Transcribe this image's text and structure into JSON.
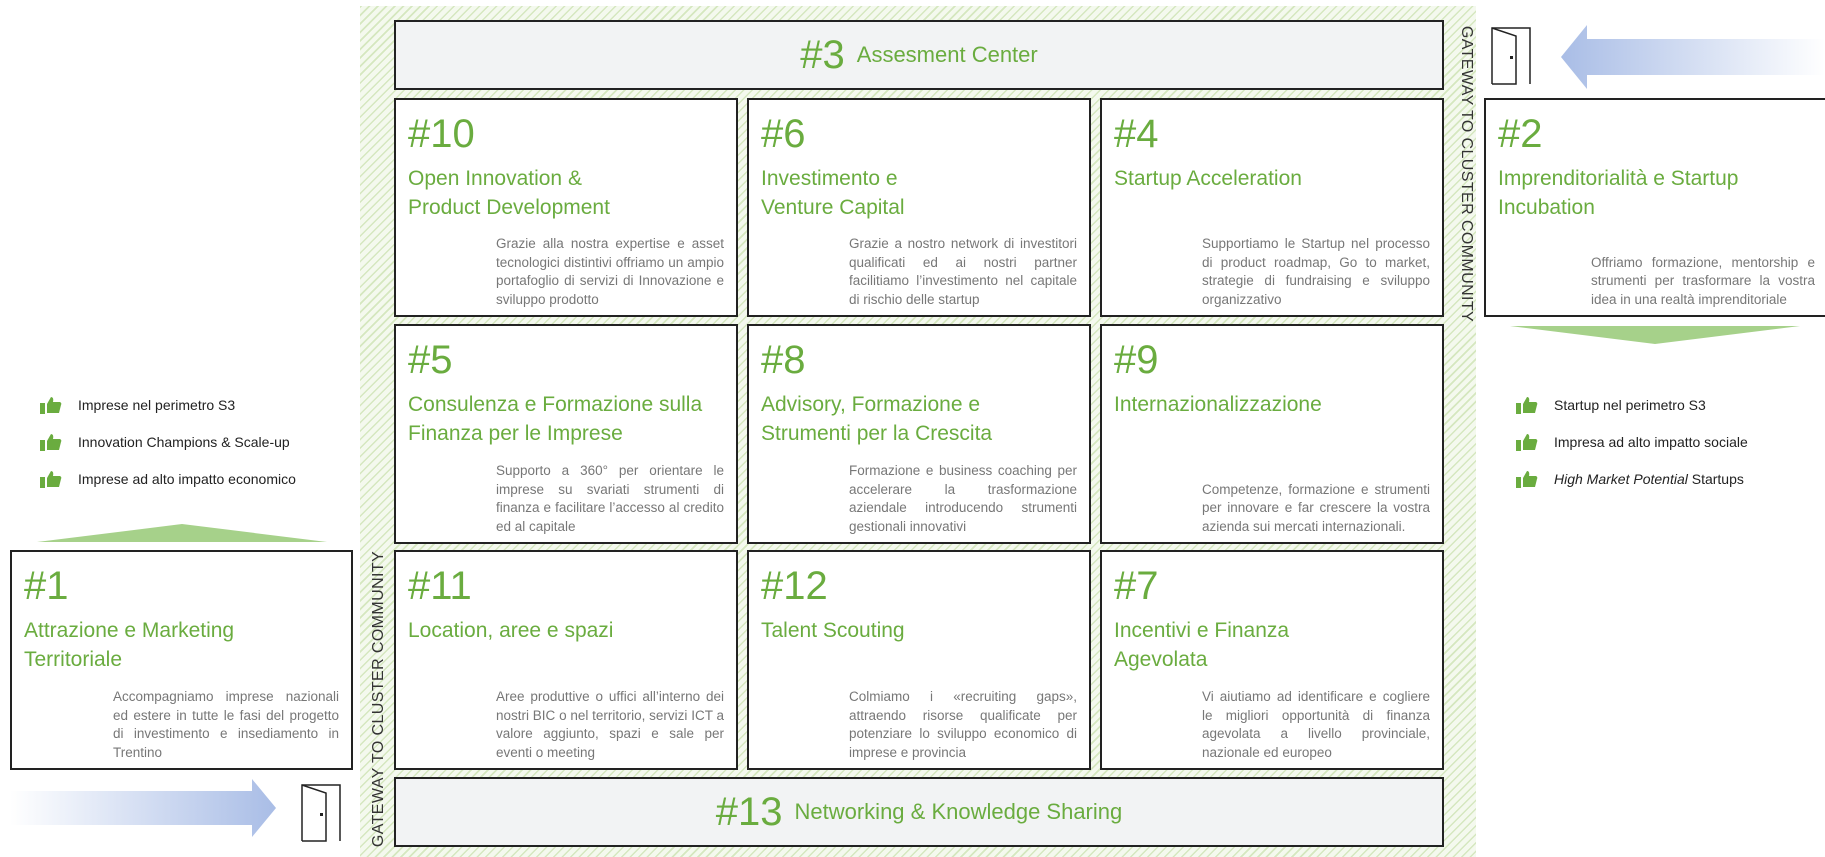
{
  "diagram": {
    "gateway_label": "GATEWAY TO CLUSTER COMMUNITY",
    "assessment": {
      "num": "#3",
      "title": "Assesment Center"
    },
    "networking": {
      "num": "#13",
      "title": "Networking & Knowledge Sharing"
    },
    "cards": [
      {
        "num": "#10",
        "title": "Open Innovation & Product Development",
        "desc": "Grazie alla nostra expertise e asset tecnologici distintivi offriamo un ampio portafoglio di servizi di Innovazione e sviluppo prodotto"
      },
      {
        "num": "#6",
        "title": "Investimento e Venture Capital",
        "desc": "Grazie a nostro network di investitori qualificati ed ai nostri partner facilitiamo l’investimento nel capitale di rischio delle startup"
      },
      {
        "num": "#4",
        "title": "Startup Acceleration",
        "desc": "Supportiamo le Startup nel processo di product roadmap, Go to market, strategie di fundraising e sviluppo organizzativo"
      },
      {
        "num": "#5",
        "title": "Consulenza e Formazione sulla Finanza per le Imprese",
        "desc": "Supporto a 360° per orientare le imprese su svariati strumenti di finanza e facilitare l’accesso al credito ed al capitale"
      },
      {
        "num": "#8",
        "title": "Advisory, Formazione e Strumenti per la Crescita",
        "desc": "Formazione e business coaching per accelerare la trasformazione aziendale introducendo strumenti gestionali innovativi"
      },
      {
        "num": "#9",
        "title": "Internazionalizzazione",
        "desc": "Competenze, formazione e strumenti per innovare e far crescere la vostra azienda sui mercati internazionali."
      },
      {
        "num": "#11",
        "title": "Location, aree e spazi",
        "desc": "Aree produttive o uffici all’interno dei nostri BIC o nel territorio, servizi ICT a valore aggiunto, spazi e sale per eventi o meeting"
      },
      {
        "num": "#12",
        "title": "Talent Scouting",
        "desc": "Colmiamo i «recruiting gaps», attraendo risorse qualificate per potenziare lo sviluppo economico di imprese e provincia"
      },
      {
        "num": "#7",
        "title": "Incentivi e Finanza Agevolata",
        "desc": "Vi aiutiamo ad identificare e cogliere le migliori opportunità di finanza agevolata a livello provinciale, nazionale ed europeo"
      }
    ],
    "left_card": {
      "num": "#1",
      "title": "Attrazione e Marketing Territoriale",
      "desc": "Accompagniamo imprese nazionali ed estere in tutte le fasi del progetto di investimento e insediamento in Trentino"
    },
    "right_card": {
      "num": "#2",
      "title": "Imprenditorialità e Startup Incubation",
      "desc": "Offriamo formazione, mentorship e strumenti per trasformare la vostra idea in una realtà imprenditoriale"
    },
    "left_bullets": [
      "Imprese nel perimetro S3",
      "Innovation Champions & Scale-up",
      "Imprese ad alto impatto economico"
    ],
    "right_bullets": [
      {
        "italic": "",
        "text": "Startup nel perimetro S3"
      },
      {
        "italic": "",
        "text": "Impresa ad alto impatto sociale"
      },
      {
        "italic": "High Market Potential",
        "text": " Startups"
      }
    ],
    "colors": {
      "accent": "#6aac3f",
      "arrow_blue": "#a9bde6",
      "triangle": "#a6d18a",
      "border": "#222222"
    },
    "icons": [
      "thumbs-up-icon",
      "door-icon",
      "arrow-right-icon",
      "arrow-left-icon"
    ]
  }
}
